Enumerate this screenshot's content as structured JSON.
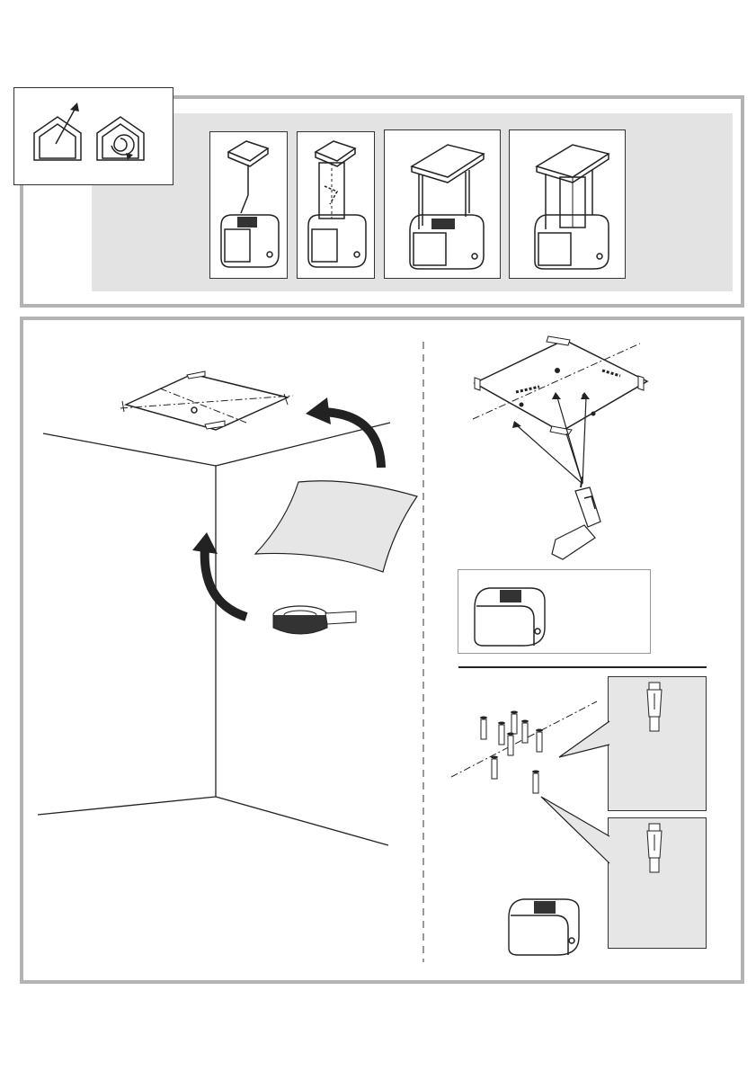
{
  "page": {
    "background": "#ffffff"
  },
  "colors": {
    "frame": "#b3b3b3",
    "band": "#e3e3e3",
    "line": "#222222",
    "detail_bg": "#e6e6e6"
  },
  "header": {
    "icons": [
      "ducted-extraction-icon",
      "recirculation-icon"
    ]
  },
  "installation_variants": [
    {
      "id": "variant-1",
      "kind": "ducted-single-rod"
    },
    {
      "id": "variant-2",
      "kind": "recirculating-single-chimney"
    },
    {
      "id": "variant-3",
      "kind": "ducted-double-rod"
    },
    {
      "id": "variant-4",
      "kind": "recirculating-double-chimney"
    }
  ],
  "steps": {
    "left": [
      "ceiling-template-icon",
      "template-sheet-icon",
      "adhesive-tape-icon"
    ],
    "right_top": [
      "drill-template-icon",
      "drill-icon"
    ],
    "right_inset": [
      "hood-unit-icon"
    ],
    "right_bottom": [
      "wall-plugs-icon",
      "plug-detail-icon",
      "hood-unit-icon"
    ]
  }
}
